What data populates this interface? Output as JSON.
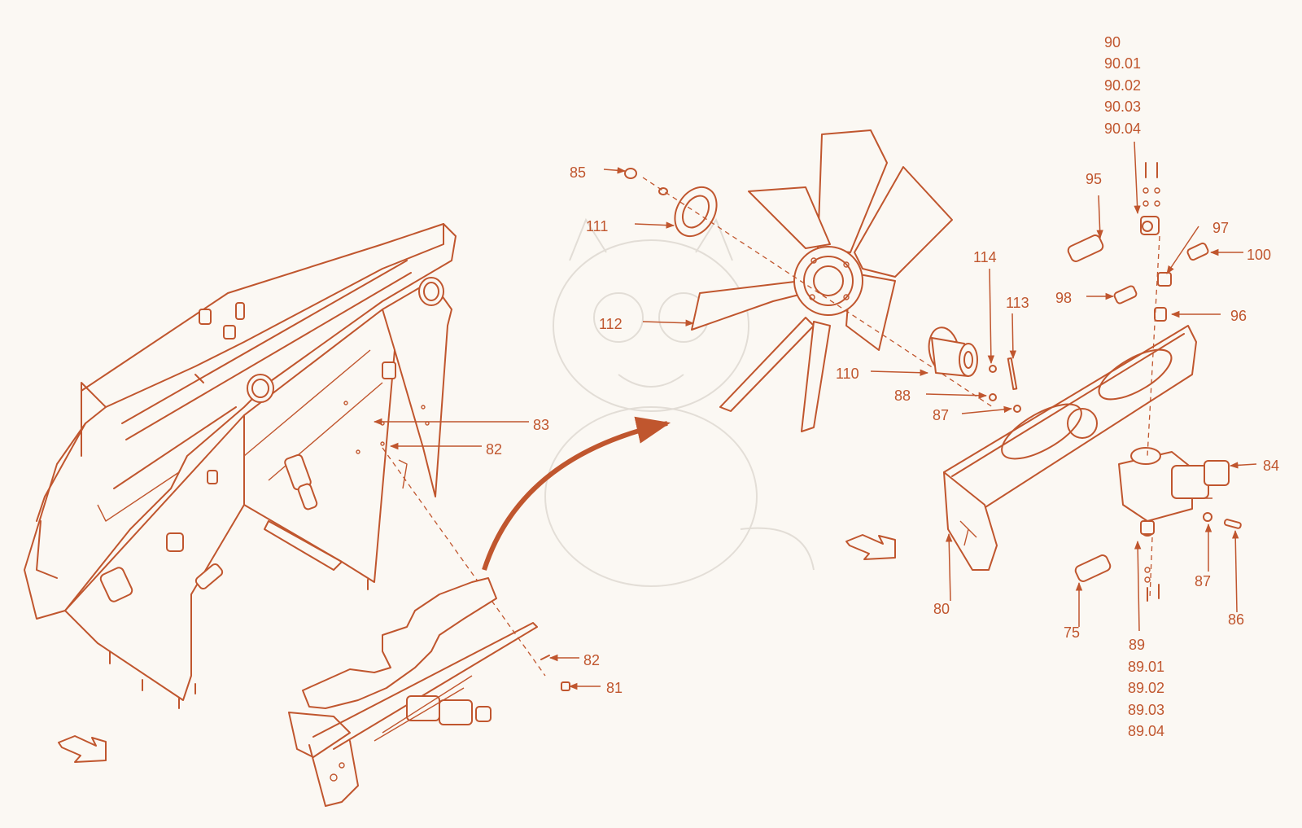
{
  "callouts": {
    "c85": "85",
    "c111": "111",
    "c112": "112",
    "c110": "110",
    "c114": "114",
    "c113": "113",
    "c88": "88",
    "c87a": "87",
    "c95": "95",
    "c90": "90",
    "c90_01": "90.01",
    "c90_02": "90.02",
    "c90_03": "90.03",
    "c90_04": "90.04",
    "c97": "97",
    "c100": "100",
    "c98": "98",
    "c96": "96",
    "c84": "84",
    "c80": "80",
    "c87b": "87",
    "c86": "86",
    "c75": "75",
    "c89": "89",
    "c89_01": "89.01",
    "c89_02": "89.02",
    "c89_03": "89.03",
    "c89_04": "89.04",
    "c83": "83",
    "c82a": "82",
    "c82b": "82",
    "c81": "81"
  },
  "colors": {
    "line": "#c0562e",
    "background": "#fbf8f3"
  }
}
